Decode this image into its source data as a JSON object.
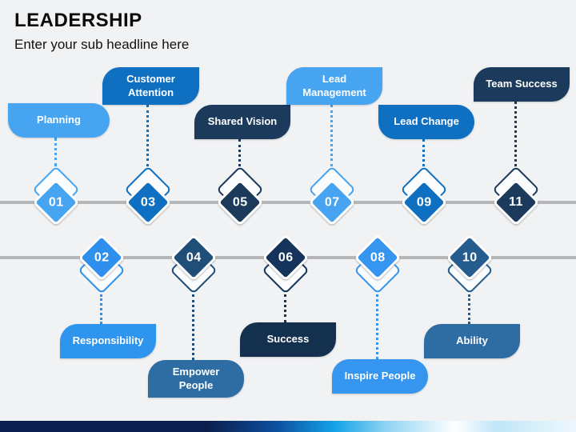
{
  "header": {
    "title": "LEADERSHIP",
    "subtitle": "Enter your sub headline here"
  },
  "items": [
    {
      "number": "01",
      "label": "Planning",
      "row": "top",
      "color": "#46a4f0",
      "label_color": "#46a4f0"
    },
    {
      "number": "02",
      "label": "Responsibility",
      "row": "bottom",
      "color": "#2e90ec",
      "label_color": "#2e95ef"
    },
    {
      "number": "03",
      "label": "Customer Attention",
      "row": "top",
      "color": "#0f70c2",
      "label_color": "#0f70c2"
    },
    {
      "number": "04",
      "label": "Empower People",
      "row": "bottom",
      "color": "#1f4e79",
      "label_color": "#2e6da3"
    },
    {
      "number": "05",
      "label": "Shared Vision",
      "row": "top",
      "color": "#1b3a5c",
      "label_color": "#1b3a5c"
    },
    {
      "number": "06",
      "label": "Success",
      "row": "bottom",
      "color": "#14345c",
      "label_color": "#13304e"
    },
    {
      "number": "07",
      "label": "Lead Management",
      "row": "top",
      "color": "#46a4f0",
      "label_color": "#46a4f0"
    },
    {
      "number": "08",
      "label": "Inspire People",
      "row": "bottom",
      "color": "#3595ef",
      "label_color": "#3595ef"
    },
    {
      "number": "09",
      "label": "Lead Change",
      "row": "top",
      "color": "#0f70c2",
      "label_color": "#0f70c2"
    },
    {
      "number": "10",
      "label": "Ability",
      "row": "bottom",
      "color": "#275d8e",
      "label_color": "#2e6da3"
    },
    {
      "number": "11",
      "label": "Team Success",
      "row": "top",
      "color": "#1b3a5c",
      "label_color": "#1b3a5c"
    }
  ],
  "colors": {
    "background": "#f1f2f3",
    "timeline_line": "#b5b6b8",
    "number_text": "#ffffff",
    "label_text": "#ffffff",
    "footer_gradient": [
      "#0a1f4e",
      "#0d4f9e",
      "#12a3e8",
      "#8ed3f2",
      "#ffffff",
      "#bfe6f7",
      "#eef8fd"
    ]
  }
}
